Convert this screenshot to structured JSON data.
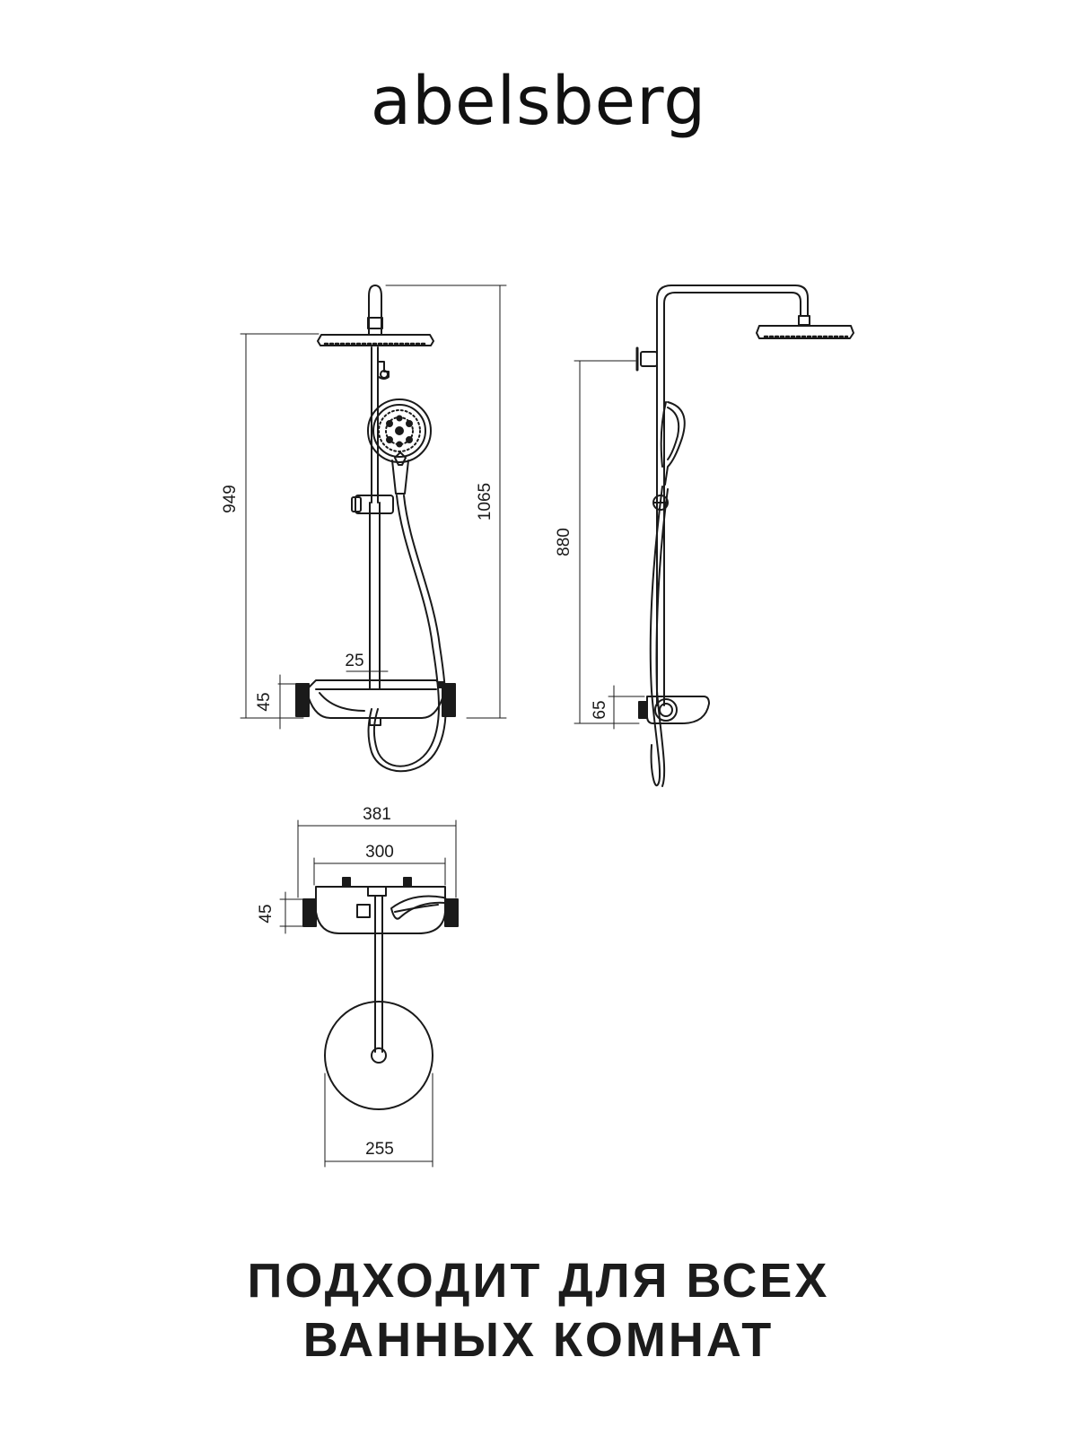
{
  "brand": {
    "logo_text": "abelsberg"
  },
  "front_view": {
    "dim_949": "949",
    "dim_1065": "1065",
    "dim_25": "25",
    "dim_45": "45"
  },
  "side_view": {
    "dim_880": "880",
    "dim_65": "65"
  },
  "top_view": {
    "dim_381": "381",
    "dim_300": "300",
    "dim_45": "45",
    "dim_255": "255"
  },
  "caption": {
    "line1": "ПОДХОДИТ ДЛЯ ВСЕХ",
    "line2": "ВАННЫХ КОМНАТ"
  }
}
